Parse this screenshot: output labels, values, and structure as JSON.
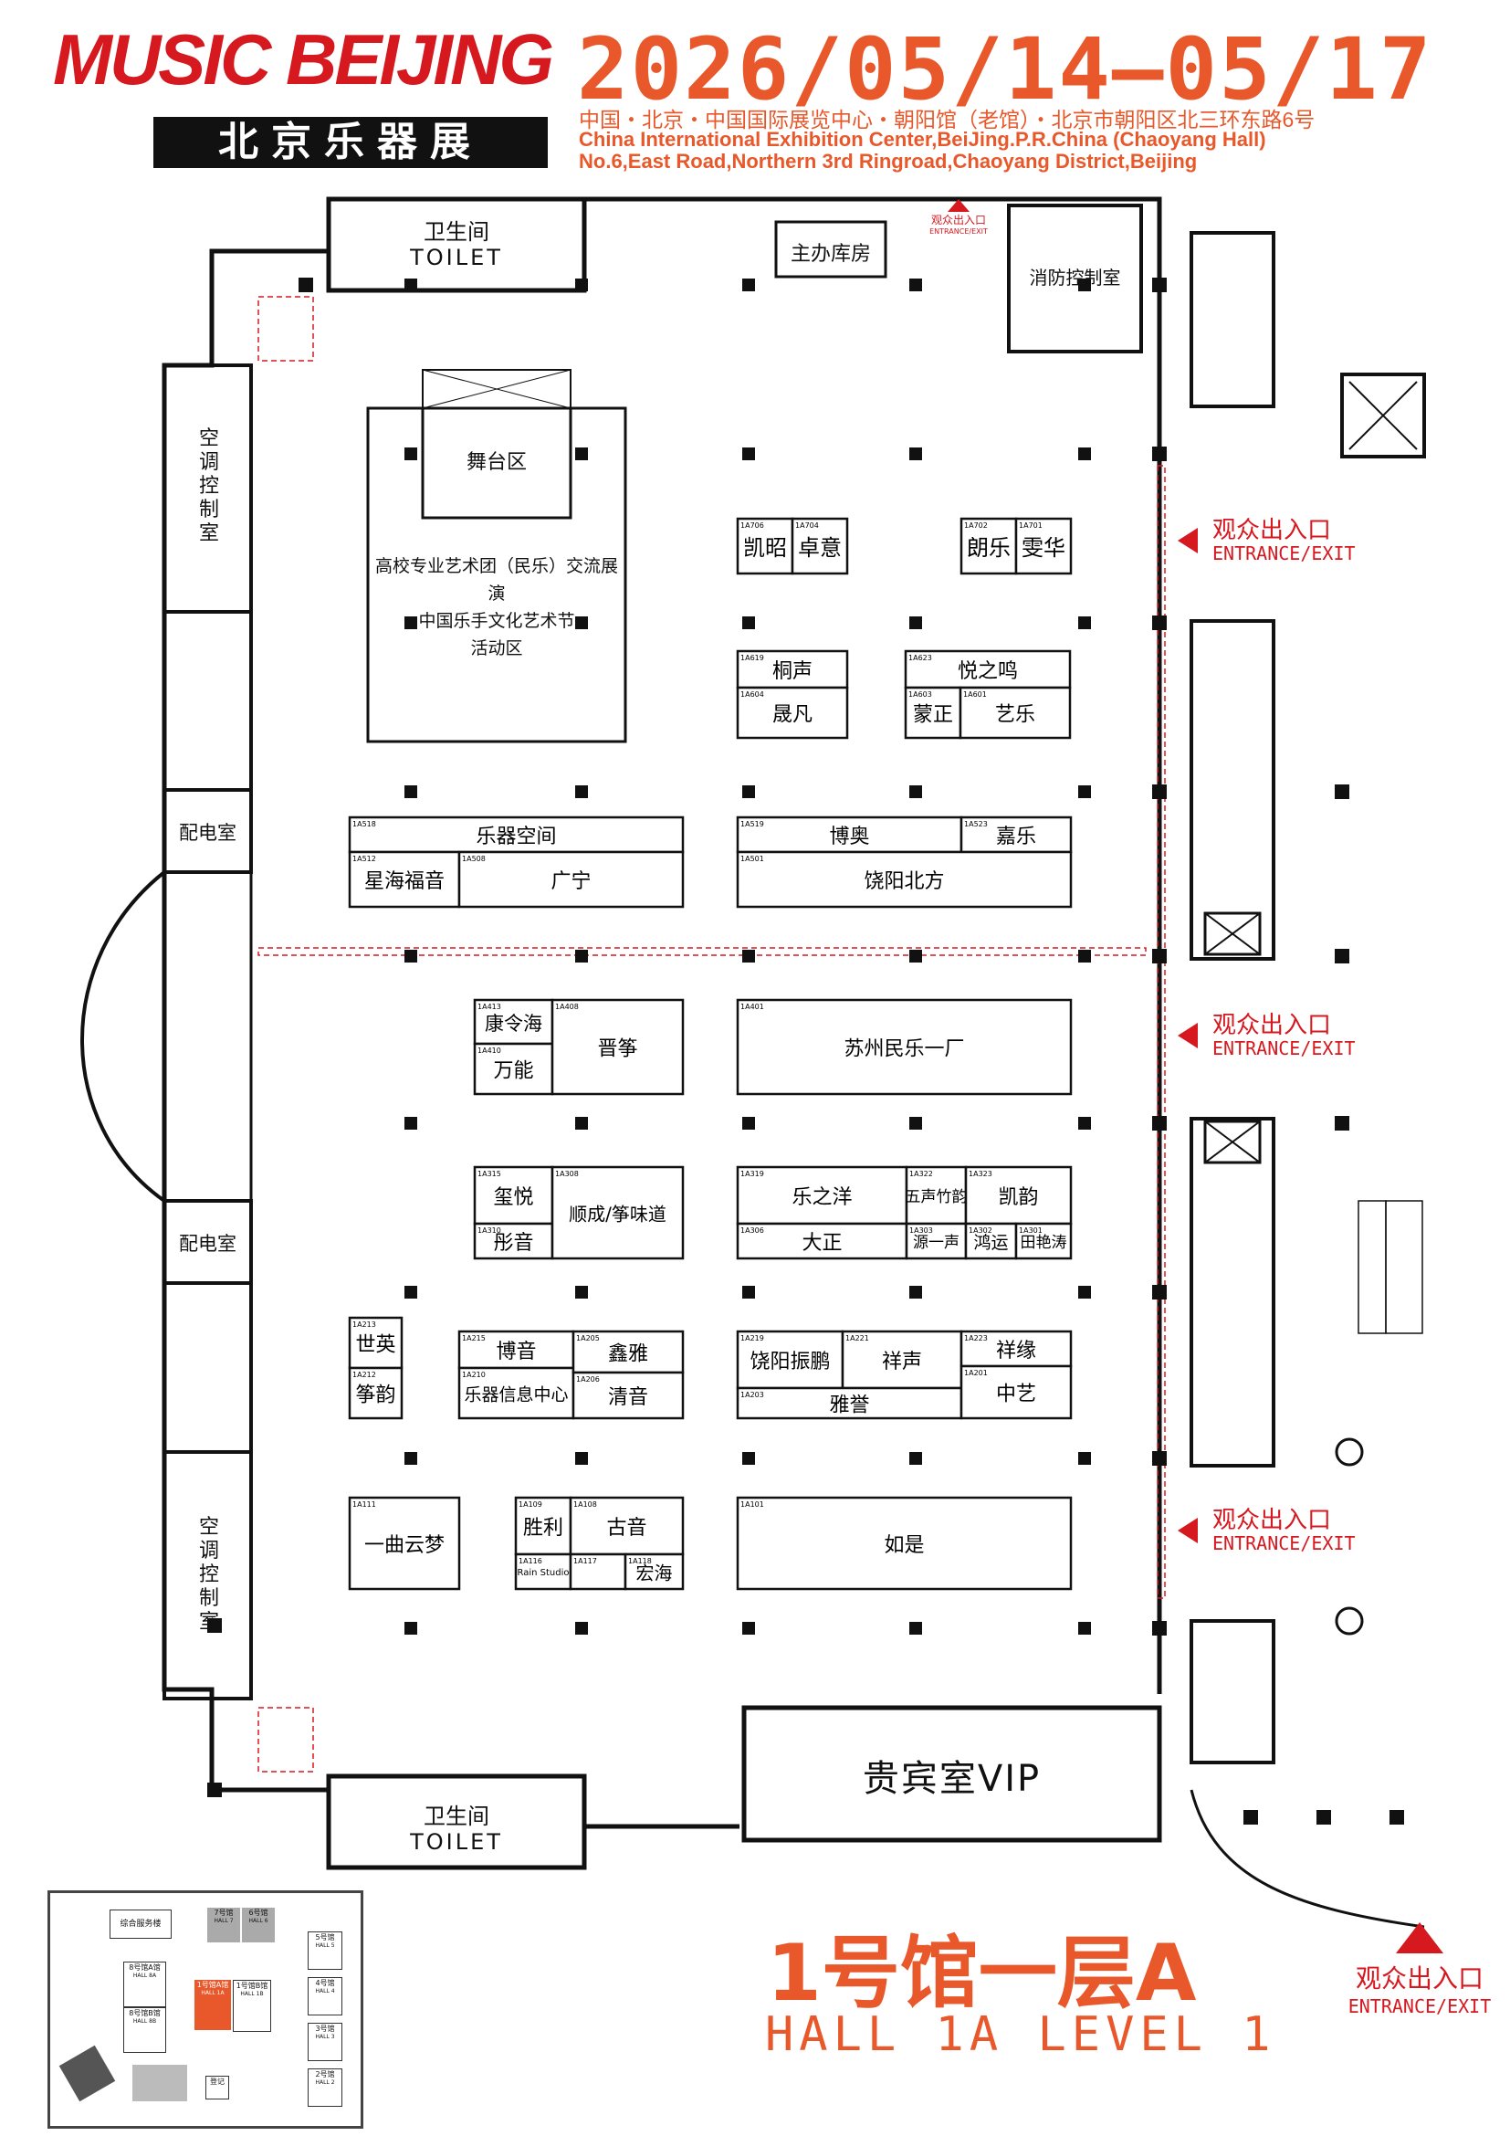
{
  "header": {
    "logo_en": "MUSIC BEIJING",
    "logo_cn": "北京乐器展",
    "date": "2026/05/14—05/17",
    "venue_cn": "中国・北京・中国国际展览中心・朝阳馆（老馆）・北京市朝阳区北三环东路6号",
    "venue_en": "China International Exhibition Center,BeiJing.P.R.China (Chaoyang Hall)",
    "address_en": "No.6,East Road,Northern 3rd Ringroad,Chaoyang District,Beijing"
  },
  "title": {
    "cn": "1号馆一层A",
    "en": "HALL 1A LEVEL 1"
  },
  "exits": [
    {
      "cn": "观众出入口",
      "en": "ENTRANCE/EXIT"
    },
    {
      "cn": "观众出入口",
      "en": "ENTRANCE/EXIT"
    },
    {
      "cn": "观众出入口",
      "en": "ENTRANCE/EXIT"
    },
    {
      "cn": "观众出入口",
      "en": "ENTRANCE/EXIT"
    }
  ],
  "top_exit": {
    "cn": "观众出入口",
    "en": "ENTRANCE/EXIT"
  },
  "rooms": {
    "toilet_cn": "卫生间",
    "toilet_en": "TOILET",
    "organizer_storage": "主办库房",
    "fire_control": "消防控制室",
    "ac_control": "空调控制室",
    "power_room": "配电室",
    "stage": "舞台区",
    "stage_event_1": "高校专业艺术团（民乐）交流展演",
    "stage_event_2": "中国乐手文化艺术节",
    "stage_event_3": "活动区",
    "vip": "贵宾室VIP"
  },
  "booths": [
    {
      "id": "1A706",
      "name": "凯昭"
    },
    {
      "id": "1A704",
      "name": "卓意"
    },
    {
      "id": "1A702",
      "name": "朗乐"
    },
    {
      "id": "1A701",
      "name": "雯华"
    },
    {
      "id": "1A619",
      "name": "桐声"
    },
    {
      "id": "1A604",
      "name": "晟凡"
    },
    {
      "id": "1A623",
      "name": "悦之鸣"
    },
    {
      "id": "1A603",
      "name": "蒙正"
    },
    {
      "id": "1A601",
      "name": "艺乐"
    },
    {
      "id": "1A518",
      "name": "乐器空间"
    },
    {
      "id": "1A512",
      "name": "星海福音"
    },
    {
      "id": "1A508",
      "name": "广宁"
    },
    {
      "id": "1A519",
      "name": "博奥"
    },
    {
      "id": "1A523",
      "name": "嘉乐"
    },
    {
      "id": "1A501",
      "name": "饶阳北方"
    },
    {
      "id": "1A413",
      "name": "康令海"
    },
    {
      "id": "1A410",
      "name": "万能"
    },
    {
      "id": "1A408",
      "name": "晋筝"
    },
    {
      "id": "1A401",
      "name": "苏州民乐一厂"
    },
    {
      "id": "1A315",
      "name": "玺悦"
    },
    {
      "id": "1A310",
      "name": "彤音"
    },
    {
      "id": "1A308",
      "name": "顺成/筝味道"
    },
    {
      "id": "1A319",
      "name": "乐之洋"
    },
    {
      "id": "1A306",
      "name": "大正"
    },
    {
      "id": "1A322",
      "name": "五声竹韵"
    },
    {
      "id": "1A303",
      "name": "源一声"
    },
    {
      "id": "1A323",
      "name": "凯韵"
    },
    {
      "id": "1A302",
      "name": "鸿运"
    },
    {
      "id": "1A301",
      "name": "田艳涛"
    },
    {
      "id": "1A213",
      "name": "世英"
    },
    {
      "id": "1A212",
      "name": "筝韵"
    },
    {
      "id": "1A215",
      "name": "博音"
    },
    {
      "id": "1A210",
      "name": "乐器信息中心"
    },
    {
      "id": "1A205",
      "name": "鑫雅"
    },
    {
      "id": "1A206",
      "name": "清音"
    },
    {
      "id": "1A219",
      "name": "饶阳振鹏"
    },
    {
      "id": "1A221",
      "name": "祥声"
    },
    {
      "id": "1A203",
      "name": "雅誉"
    },
    {
      "id": "1A223",
      "name": "祥缘"
    },
    {
      "id": "1A201",
      "name": "中艺"
    },
    {
      "id": "1A111",
      "name": "一曲云梦"
    },
    {
      "id": "1A109",
      "name": "胜利"
    },
    {
      "id": "1A108",
      "name": "古音"
    },
    {
      "id": "1A116",
      "name": "Rain Studio"
    },
    {
      "id": "1A117",
      "name": ""
    },
    {
      "id": "1A118",
      "name": "宏海"
    },
    {
      "id": "1A101",
      "name": "如是"
    }
  ],
  "minimap": {
    "service": "综合服务楼",
    "halls": [
      {
        "cn": "7号馆",
        "en": "HALL 7"
      },
      {
        "cn": "6号馆",
        "en": "HALL 6"
      },
      {
        "cn": "8号馆A馆",
        "en": "HALL 8A"
      },
      {
        "cn": "8号馆B馆",
        "en": "HALL 8B"
      },
      {
        "cn": "1号馆A馆",
        "en": "HALL 1A"
      },
      {
        "cn": "1号馆B馆",
        "en": "HALL 1B"
      },
      {
        "cn": "5号馆",
        "en": "HALL 5"
      },
      {
        "cn": "4号馆",
        "en": "HALL 4"
      },
      {
        "cn": "3号馆",
        "en": "HALL 3"
      },
      {
        "cn": "2号馆",
        "en": "HALL 2"
      }
    ],
    "extra": "登记"
  },
  "colors": {
    "accent": "#e8582a",
    "brand_red": "#d6181f",
    "line": "#111111"
  }
}
